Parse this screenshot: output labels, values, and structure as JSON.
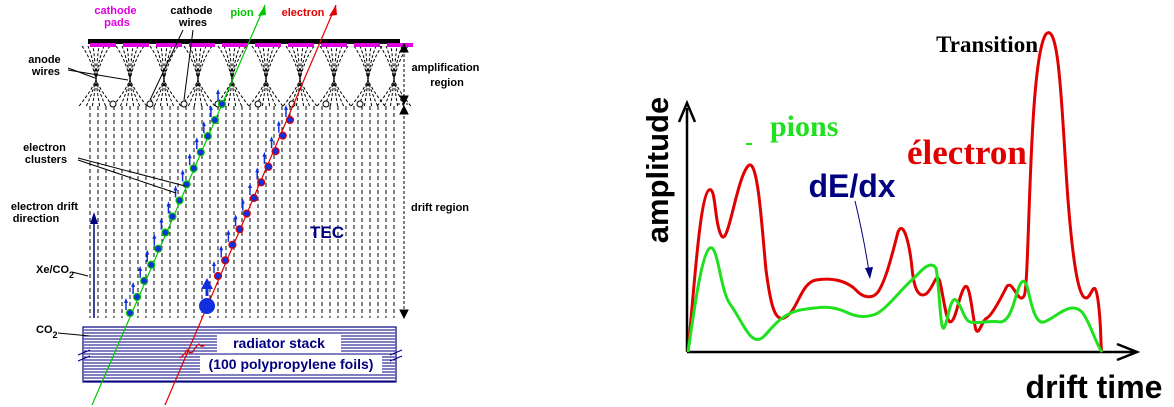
{
  "left_diagram": {
    "labels": {
      "cathode_pads": [
        "cathode",
        "pads"
      ],
      "cathode_wires": [
        "cathode",
        "wires"
      ],
      "pion": "pion",
      "electron": "electron",
      "anode_wires": [
        "anode",
        "wires"
      ],
      "amplification_region": [
        "amplification",
        "region"
      ],
      "electron_clusters": [
        "electron",
        "clusters"
      ],
      "electron_drift_direction": [
        "electron drift",
        "direction"
      ],
      "drift_region": "drift region",
      "tec": "TEC",
      "gas_main": "Xe/CO",
      "gas_main_sub": "2",
      "gas_outer": "CO",
      "gas_outer_sub": "2",
      "radiator_stack": "radiator stack",
      "radiator_foils": "(100 polypropylene foils)"
    },
    "colors": {
      "pads": "#e000e0",
      "pion": "#00c800",
      "electron": "#e00000",
      "navy": "#000080",
      "cluster_blue": "#1030e0",
      "black": "#000000"
    }
  },
  "right_chart": {
    "labels": {
      "y_axis": "amplitude",
      "x_axis": "drift time",
      "pions": "pions",
      "electron": "électron",
      "dedx": "dE/dx",
      "transition": "Transition"
    },
    "colors": {
      "pion": "#20e020",
      "electron": "#e00000",
      "navy": "#000080",
      "axis": "#000000"
    },
    "icons": [
      "arrow-up-icon",
      "arrow-right-icon"
    ]
  }
}
